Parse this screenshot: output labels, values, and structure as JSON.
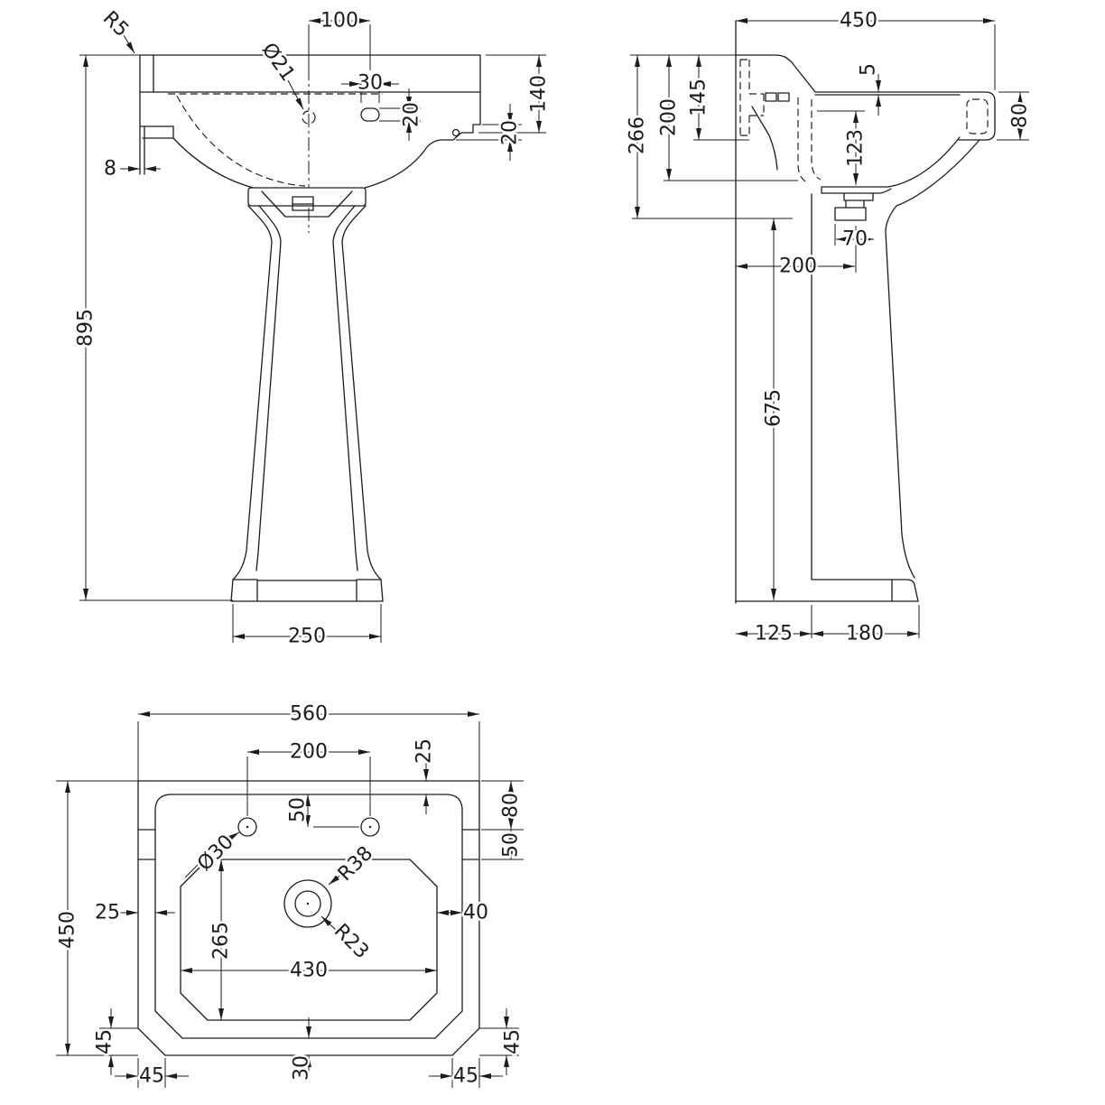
{
  "drawing": {
    "type": "technical-drawing",
    "subject": "pedestal-basin",
    "colors": {
      "line": "#1c1c1c",
      "background": "#ffffff"
    },
    "views": {
      "front": {
        "name": "front-elevation",
        "dims": {
          "r5": "R5",
          "d100": "100",
          "dia21": "Ø21",
          "d30": "30",
          "d20_slot": "20",
          "d140": "140",
          "d20_right": "20",
          "d8": "8",
          "d895": "895",
          "d250": "250"
        }
      },
      "side": {
        "name": "side-section",
        "dims": {
          "d450": "450",
          "d5": "5",
          "d145": "145",
          "d200_upper": "200",
          "d266": "266",
          "d123": "123",
          "d80": "80",
          "d70": "70",
          "d200_lower": "200",
          "d675": "675",
          "d125": "125",
          "d180": "180"
        }
      },
      "plan": {
        "name": "plan-view",
        "dims": {
          "d560": "560",
          "d200": "200",
          "d25_top": "25",
          "d50_center": "50",
          "d80": "80",
          "d50_right": "50",
          "dia30": "Ø30",
          "r38": "R38",
          "r23": "R23",
          "d25_left": "25",
          "d40": "40",
          "d265": "265",
          "d430": "430",
          "d450": "450",
          "d45_left_v": "45",
          "d45_right_v": "45",
          "d45_left_h": "45",
          "d45_right_h": "45",
          "d30_bottom": "30"
        }
      }
    }
  }
}
